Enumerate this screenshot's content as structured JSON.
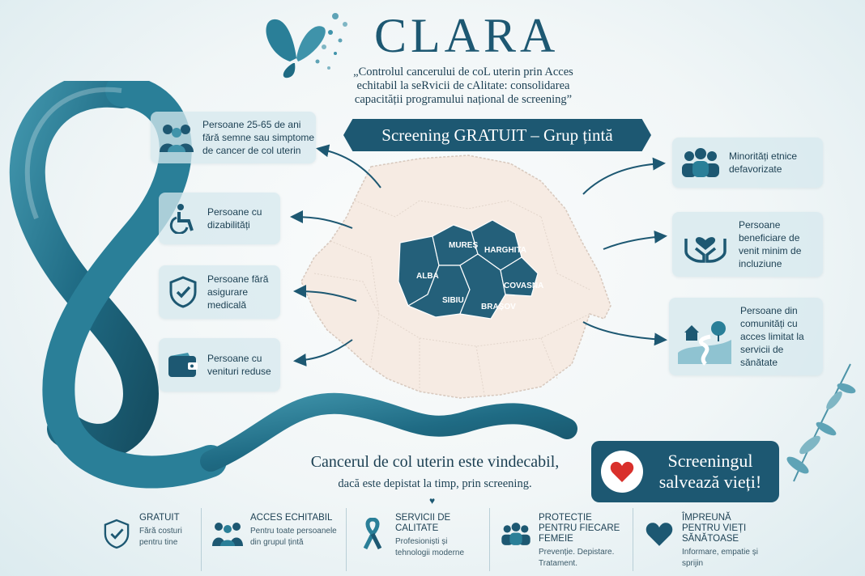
{
  "header": {
    "logo": "CLARA",
    "subtitle": "„Controlul cancerului de coL uterin prin Acces echitabil la seRvicii de cAlitate: consolidarea capacității programului național de screening”"
  },
  "banner": "Screening GRATUIT – Grup țintă",
  "groups_left": [
    {
      "icon": "people-icon",
      "text": "Persoane 25-65 de ani fără semne sau simptome de cancer de col uterin"
    },
    {
      "icon": "wheelchair-icon",
      "text": "Persoane cu dizabilități"
    },
    {
      "icon": "shield-check-icon",
      "text": "Persoane fără asigurare medicală"
    },
    {
      "icon": "wallet-icon",
      "text": "Persoane cu venituri reduse"
    }
  ],
  "groups_right": [
    {
      "icon": "group-icon",
      "text": "Minorități etnice defavorizate"
    },
    {
      "icon": "hands-heart-icon",
      "text": "Persoane beneficiare de venit minim de incluziune"
    },
    {
      "icon": "landscape-road-icon",
      "text": "Persoane din comunități cu acces limitat la servicii de sănătate"
    }
  ],
  "map": {
    "counties": [
      "MUREȘ",
      "HARGHITA",
      "ALBA",
      "COVASNA",
      "SIBIU",
      "BRAȘOV"
    ],
    "highlight_color": "#24607a",
    "base_color": "#f6ebe3"
  },
  "slogan": {
    "line1": "Cancerul de col uterin este vindecabil,",
    "line2": "dacă este depistat la timp, prin screening."
  },
  "callout": "Screeningul salvează vieți!",
  "features": [
    {
      "icon": "shield-check-icon",
      "title": "GRATUIT",
      "desc": "Fără costuri pentru tine"
    },
    {
      "icon": "people-hug-icon",
      "title": "ACCES ECHITABIL",
      "desc": "Pentru toate persoanele din grupul țintă"
    },
    {
      "icon": "ribbon-icon",
      "title": "SERVICII DE CALITATE",
      "desc": "Profesioniști și tehnologii moderne"
    },
    {
      "icon": "group-icon",
      "title": "PROTECȚIE PENTRU FIECARE FEMEIE",
      "desc": "Prevenție. Depistare. Tratament."
    },
    {
      "icon": "heart-icon",
      "title": "ÎMPREUNĂ PENTRU VIEȚI SĂNĂTOASE",
      "desc": "Informare, empatie și sprijin"
    }
  ],
  "colors": {
    "teal": "#1d5872",
    "ribbon": "#2c7d95",
    "heart_red": "#d9302b"
  }
}
